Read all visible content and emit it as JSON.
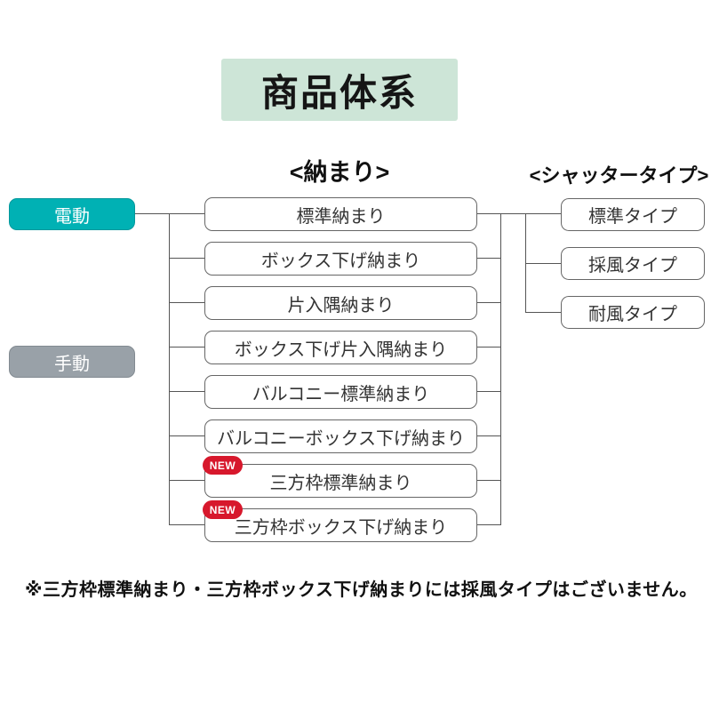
{
  "title": "商品体系",
  "column_headers": {
    "osamari": "<納まり>",
    "shutter_type": "<シャッタータイプ>"
  },
  "drive_buttons": [
    {
      "label": "電動",
      "color": "#00b1b4"
    },
    {
      "label": "手動",
      "color": "#99a1a8"
    }
  ],
  "new_badge_label": "NEW",
  "osamari_items": [
    {
      "label": "標準納まり",
      "new": false
    },
    {
      "label": "ボックス下げ納まり",
      "new": false
    },
    {
      "label": "片入隅納まり",
      "new": false
    },
    {
      "label": "ボックス下げ片入隅納まり",
      "new": false
    },
    {
      "label": "バルコニー標準納まり",
      "new": false
    },
    {
      "label": "バルコニーボックス下げ納まり",
      "new": false
    },
    {
      "label": "三方枠標準納まり",
      "new": true
    },
    {
      "label": "三方枠ボックス下げ納まり",
      "new": true
    }
  ],
  "shutter_types": [
    {
      "label": "標準タイプ"
    },
    {
      "label": "採風タイプ"
    },
    {
      "label": "耐風タイプ"
    }
  ],
  "footnote": "※三方枠標準納まり・三方枠ボックス下げ納まりには採風タイプはございません。",
  "colors": {
    "title_background": "#cde5d7",
    "electric_button": "#00b1b4",
    "manual_button": "#99a1a8",
    "new_badge": "#d7182c",
    "box_border": "#666666",
    "connector_line": "#555555"
  }
}
